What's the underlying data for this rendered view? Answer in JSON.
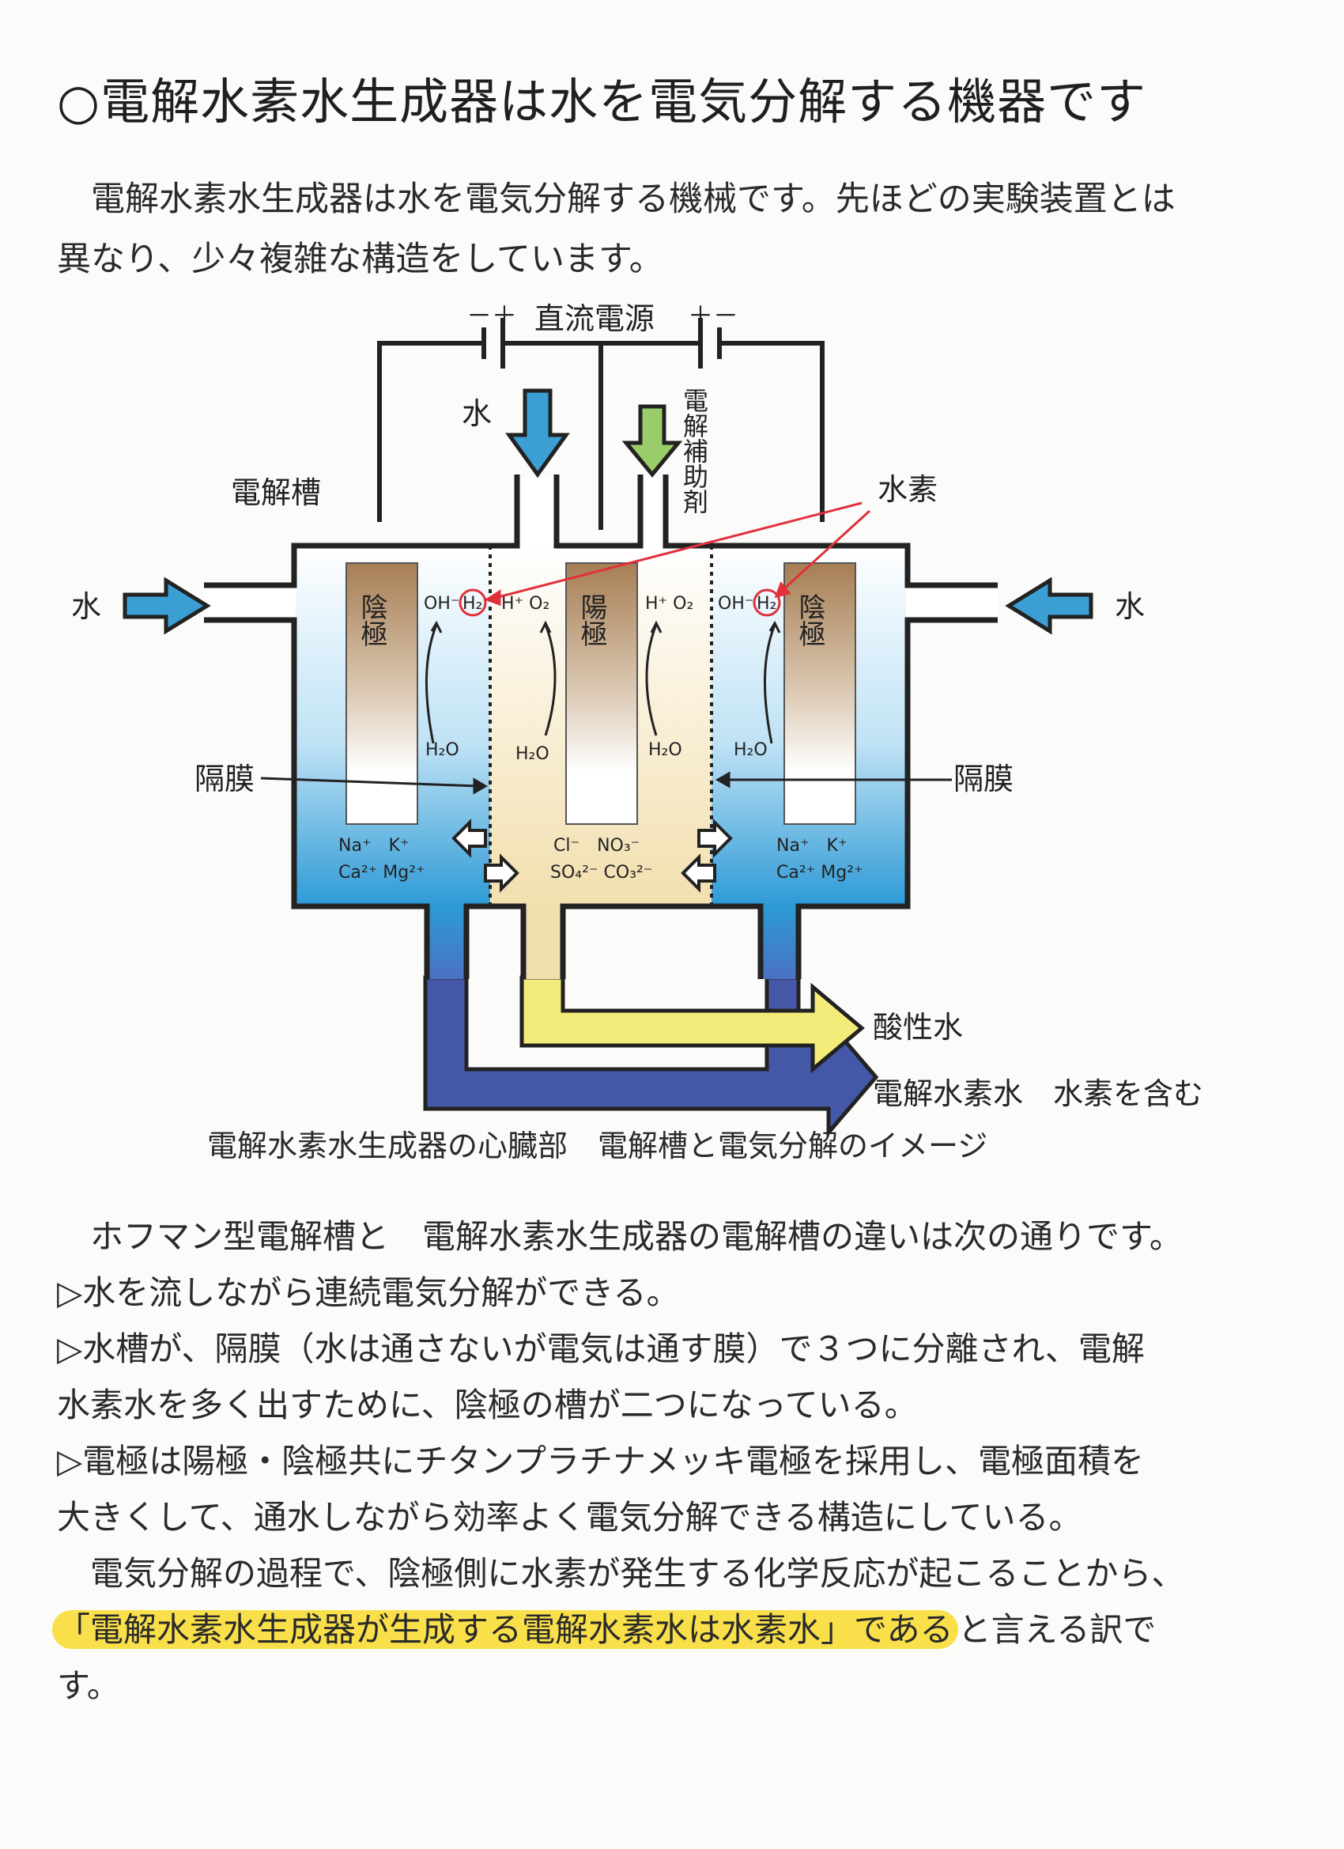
{
  "heading": "○電解水素水生成器は水を電気分解する機器です",
  "intro": [
    "　電解水素水生成器は水を電気分解する機械です。先ほどの実験装置とは",
    "異なり、少々複雑な構造をしています。"
  ],
  "diagram": {
    "power_label": "直流電源",
    "left_battery_signs": "－＋",
    "right_battery_signs": "＋－",
    "water_top": "水",
    "electrolyte_aid": "電解補助剤",
    "tank": "電解槽",
    "hydrogen": "水素",
    "water_left": "水",
    "water_right": "水",
    "cathode": "陰極",
    "anode": "陽極",
    "membrane_left": "隔膜",
    "membrane_right": "隔膜",
    "ions_left_1": "OH⁻",
    "ions_left_2": "H₂",
    "ions_mid_left": "H⁺ O₂",
    "ions_mid_right": "H⁺ O₂",
    "ions_right_1": "OH⁻",
    "ions_right_2": "H₂",
    "h2o": "H₂O",
    "cations_1": "Na⁺　K⁺",
    "cations_2": "Ca²⁺ Mg²⁺",
    "anions_1": "Cl⁻　NO₃⁻",
    "anions_2": "SO₄²⁻ CO₃²⁻",
    "acid_water": "酸性水",
    "hydrogen_water": "電解水素水　水素を含む"
  },
  "caption": "電解水素水生成器の心臓部　電解槽と電気分解のイメージ",
  "lower": {
    "line1": "　ホフマン型電解槽と　電解水素水生成器の電解槽の違いは次の通りです。",
    "line2": "▷水を流しながら連続電気分解ができる。",
    "line3": "▷水槽が、隔膜（水は通さないが電気は通す膜）で３つに分離され、電解",
    "line4": "水素水を多く出すために、陰極の槽が二つになっている。",
    "line5": "▷電極は陽極・陰極共にチタンプラチナメッキ電極を採用し、電極面積を",
    "line6": "大きくして、通水しながら効率よく電気分解できる構造にしている。",
    "line7": "　電気分解の過程で、陰極側に水素が発生する化学反応が起こることから、",
    "line8_highlight": "「電解水素水生成器が生成する電解水素水は水素水」である",
    "line8_rest": "と言える訳で",
    "line9": "す。"
  },
  "colors": {
    "highlight": "#f9e04a",
    "blue": "#3b9fd4",
    "yellow_water": "#f4ec7a",
    "navy": "#4558a8",
    "green": "#9acd6a",
    "red": "#e0303a"
  }
}
